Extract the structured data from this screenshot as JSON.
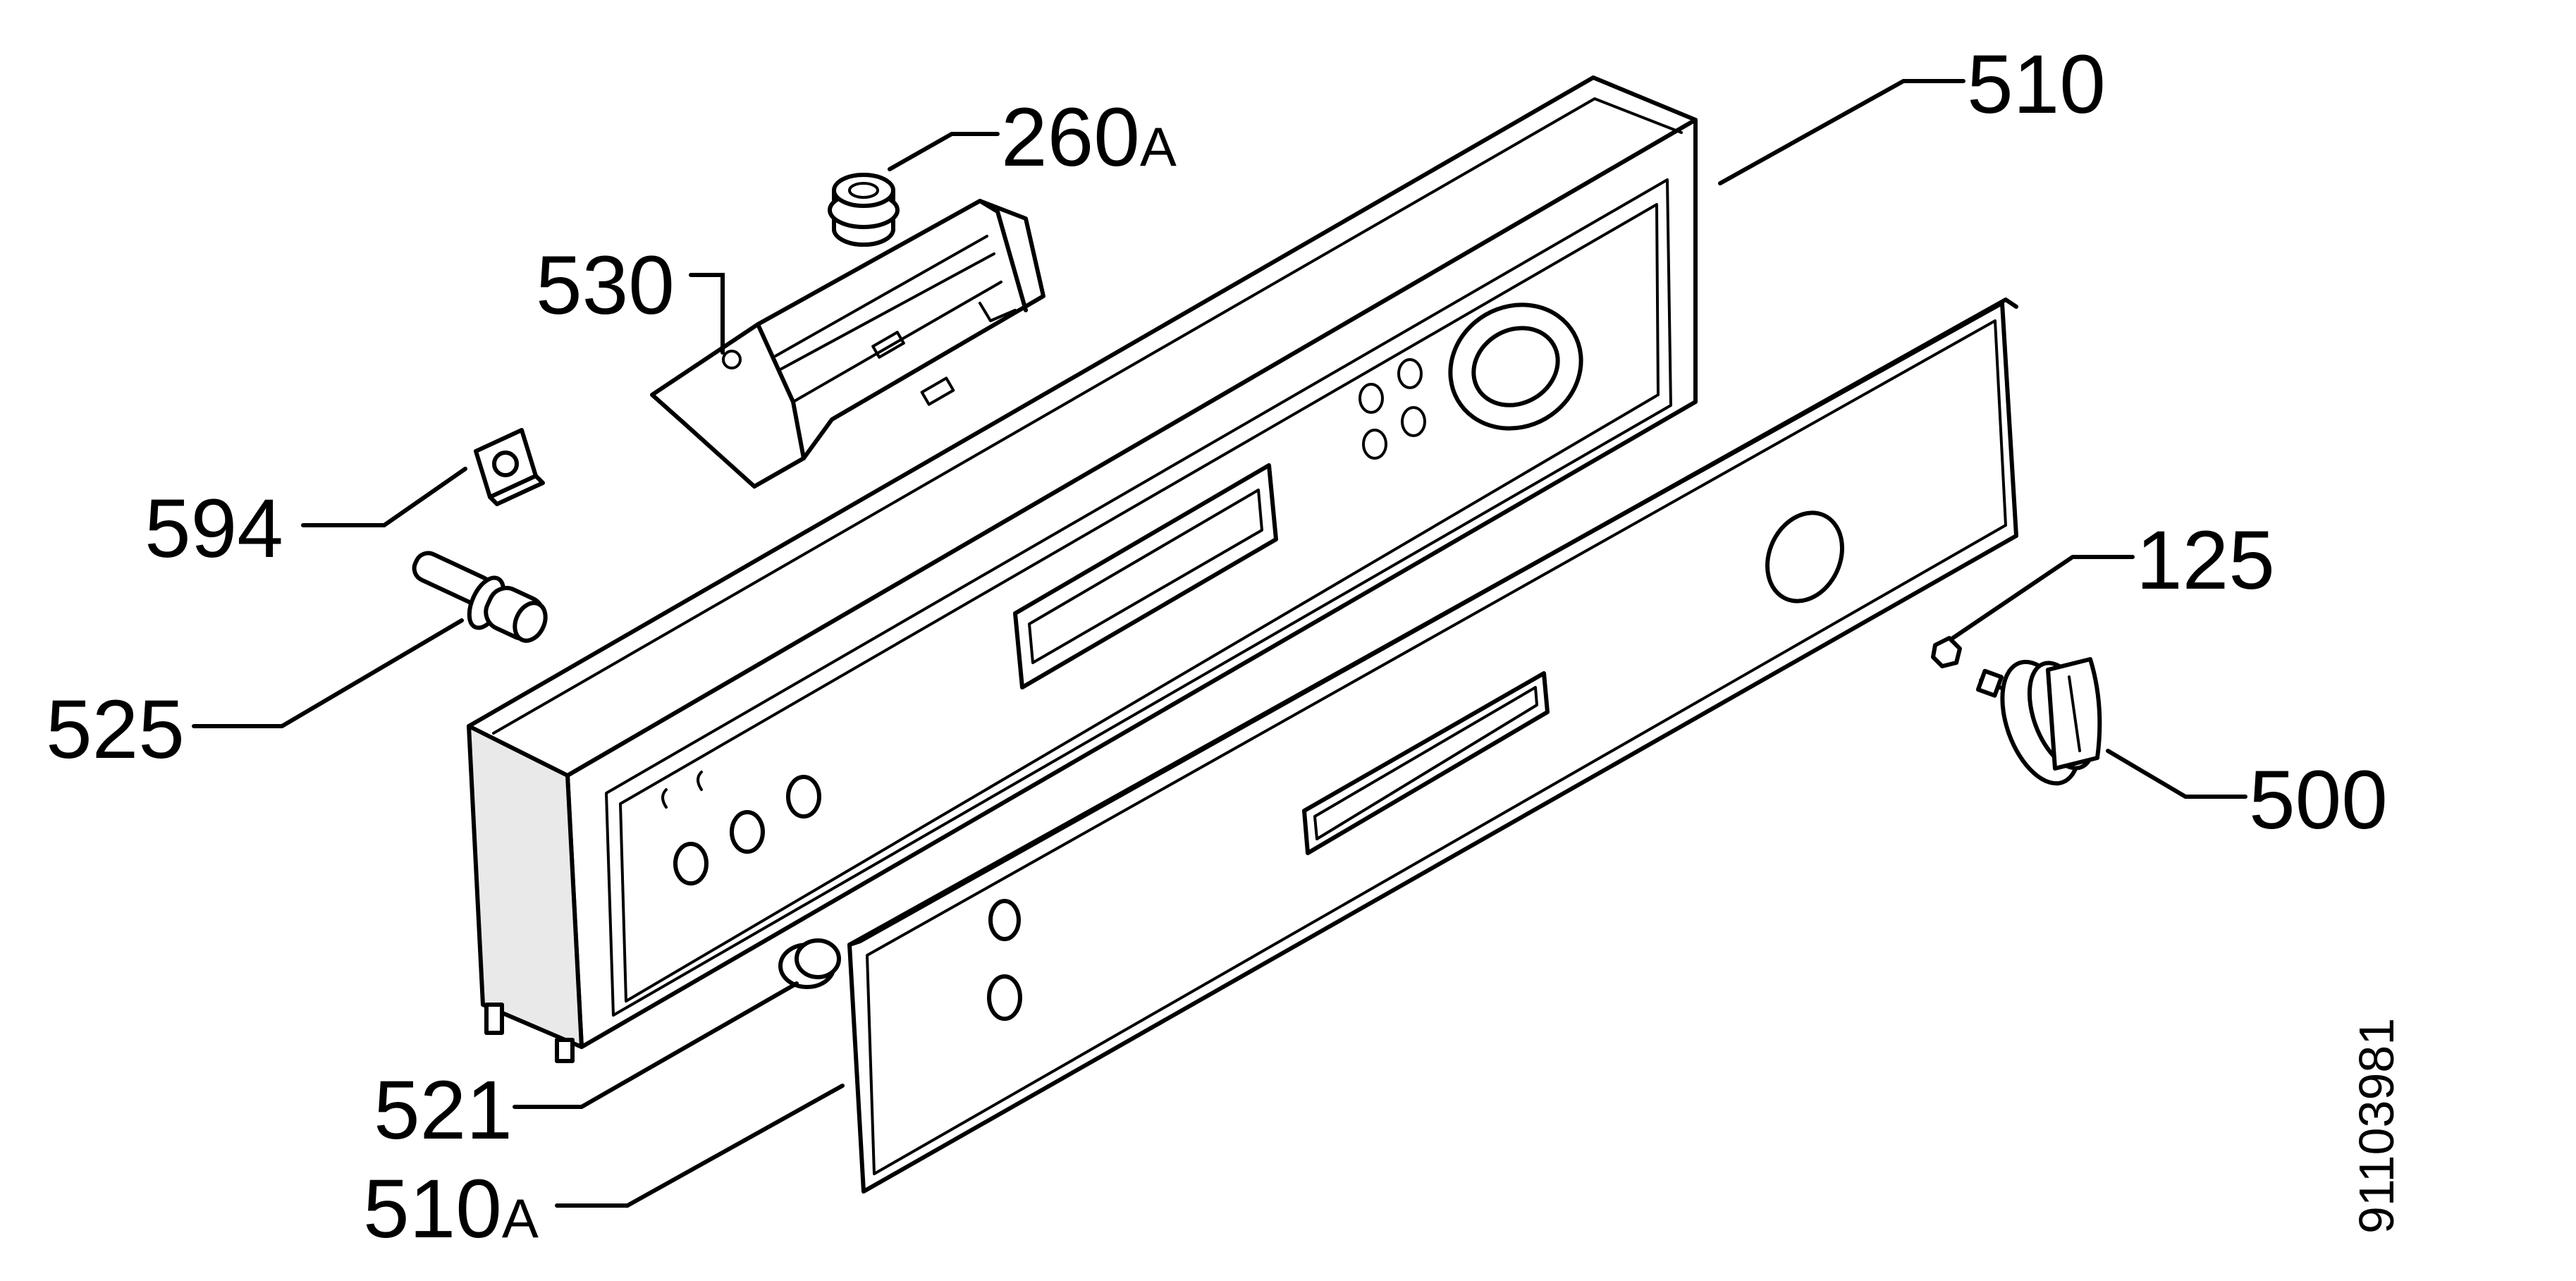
{
  "diagram": {
    "drawing_number": "91103981",
    "labels": [
      {
        "id": "510",
        "num": "510",
        "suffix": ""
      },
      {
        "id": "260A",
        "num": "260",
        "suffix": "A"
      },
      {
        "id": "530",
        "num": "530",
        "suffix": ""
      },
      {
        "id": "594",
        "num": "594",
        "suffix": ""
      },
      {
        "id": "525",
        "num": "525",
        "suffix": ""
      },
      {
        "id": "125",
        "num": "125",
        "suffix": ""
      },
      {
        "id": "500",
        "num": "500",
        "suffix": ""
      },
      {
        "id": "521",
        "num": "521",
        "suffix": ""
      },
      {
        "id": "510A",
        "num": "510",
        "suffix": "A"
      }
    ]
  }
}
